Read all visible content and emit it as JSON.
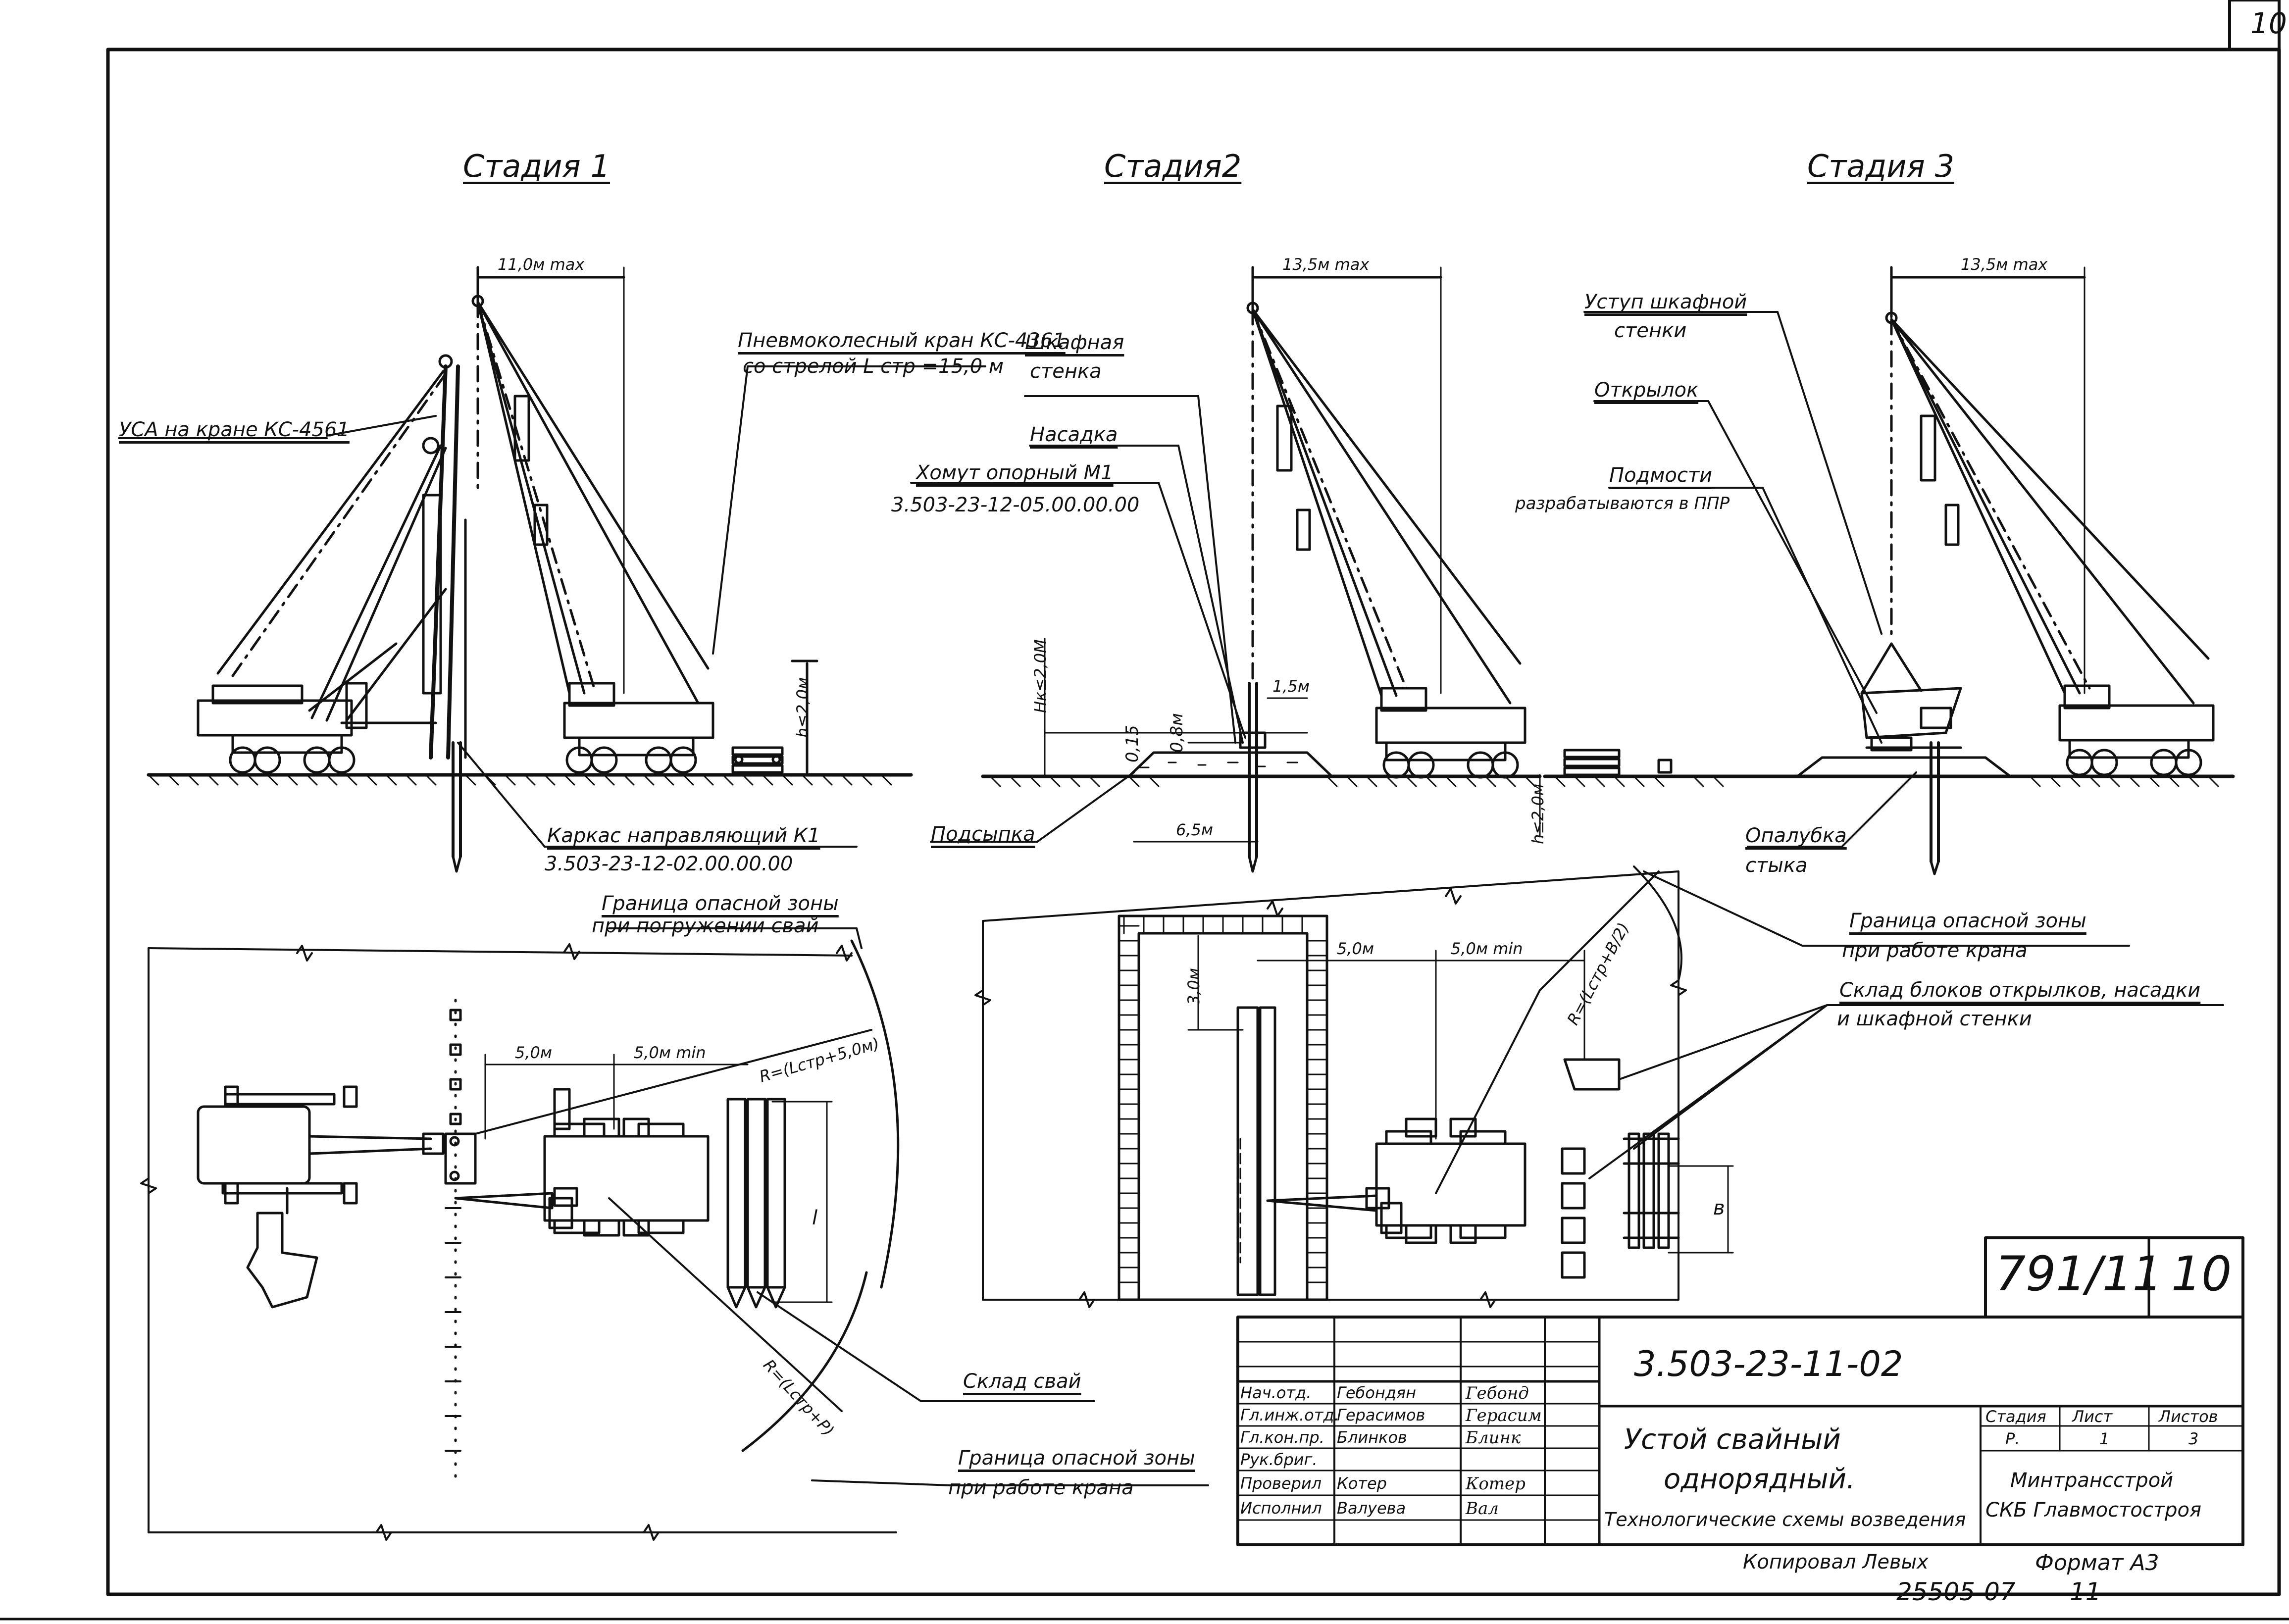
{
  "sheet_number": "10",
  "stages": [
    {
      "label": "Стадия 1"
    },
    {
      "label": "Стадия2"
    },
    {
      "label": "Стадия 3"
    }
  ],
  "stage1": {
    "reach": "11,0м max",
    "crane": {
      "line1": "Пневмоколесный кран КС-4361",
      "line2": "со стрелой L стр =15,0 м"
    },
    "usa": "УСА на кране КС-4561",
    "frame": {
      "line1": "Каркас направляющий К1",
      "line2": "3.503-23-12-02.00.00.00"
    },
    "h_dim": "h≤2,0м"
  },
  "stage2": {
    "reach": "13,5м max",
    "wall": {
      "line1": "Шкафная",
      "line2": "стенка"
    },
    "cap": "Насадка",
    "clamp": {
      "line1": "Хомут опорный М1",
      "line2": "3.503-23-12-05.00.00.00"
    },
    "fill": "Подсыпка",
    "h_dim": "Hк≤2,0М",
    "d15": "1,5м",
    "d08": "0,8м",
    "d015": "0,15",
    "d65": "6,5м",
    "h2": "h≤2,0м"
  },
  "stage3": {
    "reach": "13,5м max",
    "ledge": {
      "line1": "Уступ шкафной",
      "line2": "стенки"
    },
    "wing": "Открылок",
    "scaffold": {
      "line1": "Подмости",
      "line2": "разрабатываются в ППР"
    },
    "formwork": {
      "line1": "Опалубка",
      "line2": "стыка"
    }
  },
  "plan1": {
    "danger_pile": {
      "line1": "Граница опасной зоны",
      "line2": "при погружении свай"
    },
    "d5": "5,0м",
    "d5min": "5,0м min",
    "radius1": "R=(Lстр+5,0м)",
    "radius2": "R=(Lстр+Р)",
    "l": "l",
    "pile_store": "Склад свай",
    "danger_crane": {
      "line1": "Граница опасной зоны",
      "line2": "при работе крана"
    }
  },
  "plan2": {
    "d5": "5,0м",
    "d5min": "5,0м min",
    "d3": "3,0м",
    "radius": "R=(Lстр+B/2)",
    "b": "в",
    "danger_crane": {
      "line1": "Граница опасной зоны",
      "line2": "при работе крана"
    },
    "block_store": {
      "line1": "Склад блоков открылков, насадки",
      "line2": "и шкафной стенки"
    }
  },
  "title_block": {
    "stamp_number": "791/11",
    "stamp_sheet": "10",
    "code": "3.503-23-11-02",
    "title": {
      "line1": "Устой свайный",
      "line2": "однорядный."
    },
    "subtitle": "Технологические схемы возведения",
    "stage_h": "Стадия",
    "sheet_h": "Лист",
    "sheets_h": "Листов",
    "stage_v": "Р.",
    "sheet_v": "1",
    "sheets_v": "3",
    "org": {
      "line1": "Минтрансстрой",
      "line2": "СКБ Главмостостроя"
    },
    "roles": [
      {
        "role": "Нач.отд.",
        "name": "Гебондян",
        "sign": "Гебонд"
      },
      {
        "role": "Гл.инж.отд.",
        "name": "Герасимов",
        "sign": "Герасим"
      },
      {
        "role": "Гл.кон.пр.",
        "name": "Блинков",
        "sign": "Блинк"
      },
      {
        "role": "Рук.бриг.",
        "name": "",
        "sign": ""
      },
      {
        "role": "Проверил",
        "name": "Котер",
        "sign": "Котер"
      },
      {
        "role": "Исполнил",
        "name": "Валуева",
        "sign": "Вал"
      }
    ],
    "copied": "Копировал Левых",
    "format": "Формат А3",
    "archive": "25505-07",
    "archive2": "11"
  }
}
